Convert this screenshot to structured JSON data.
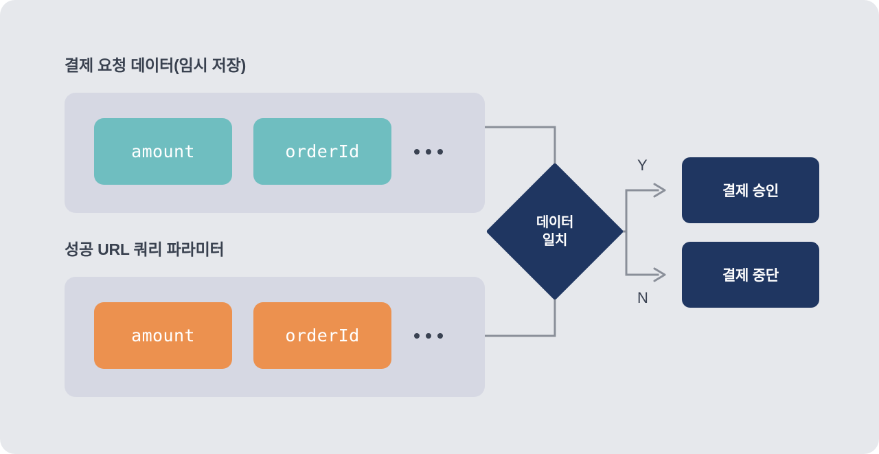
{
  "diagram": {
    "background_color": "#e6e8ec",
    "panel_color": "#d6d8e3",
    "accent_teal": "#6fbec0",
    "accent_orange": "#ec914f",
    "accent_navy": "#1f3661",
    "wire_color": "#8a8f99",
    "text_color": "#39414f"
  },
  "groups": [
    {
      "id": "request",
      "title": "결제 요청 데이터(임시 저장)",
      "chip_color": "#6fbec0",
      "fields": [
        "amount",
        "orderId"
      ],
      "more": "..."
    },
    {
      "id": "query",
      "title": "성공 URL 쿼리 파라미터",
      "chip_color": "#ec914f",
      "fields": [
        "amount",
        "orderId"
      ],
      "more": "..."
    }
  ],
  "decision": {
    "line1": "데이터",
    "line2": "일치",
    "branches": {
      "yes_label": "Y",
      "no_label": "N"
    }
  },
  "outcomes": [
    {
      "id": "approve",
      "label": "결제 승인",
      "branch": "Y"
    },
    {
      "id": "abort",
      "label": "결제 중단",
      "branch": "N"
    }
  ]
}
